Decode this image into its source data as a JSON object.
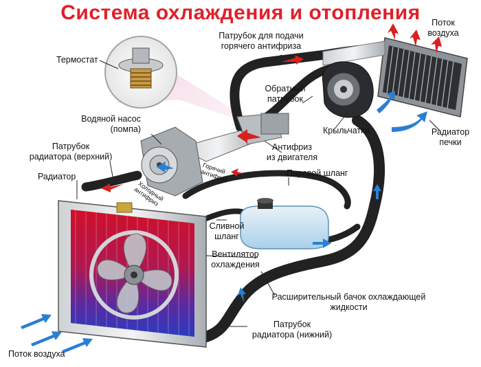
{
  "title": "Система охлаждения и отопления",
  "colors": {
    "title": "#e0202a",
    "hot_arrow": "#d9201f",
    "cold_arrow": "#2a7fd4",
    "hose": "#1f1f1f",
    "radiator_hot": "#c8102e",
    "radiator_cold": "#2a3fb8"
  },
  "labels": {
    "thermostat": "Термостат",
    "hot_hose": [
      "Патрубок для подачи",
      "горячего антифриза"
    ],
    "air_flow_top": [
      "Поток",
      "воздуха"
    ],
    "return_hose": [
      "Обратный",
      "патрубок"
    ],
    "impeller": "Крыльчатка",
    "heater_radiator": [
      "Радиатор",
      "печки"
    ],
    "water_pump": [
      "Водяной насос",
      "(помпа)"
    ],
    "upper_hose": [
      "Патрубок",
      "радиатора (верхний)"
    ],
    "antifreeze_from_engine": [
      "Антифриз",
      "из двигателя"
    ],
    "steam_hose": "Паровой шланг",
    "radiator": "Радиатор",
    "hot_antifreeze": [
      "Горячий",
      "антифриз"
    ],
    "cold_antifreeze": [
      "Холодный",
      "антифриз"
    ],
    "drain_hose": [
      "Сливной",
      "шланг"
    ],
    "fan": [
      "Вентилятор",
      "охлаждения"
    ],
    "expansion_tank": [
      "Расширительный бачок охлаждающей",
      "жидкости"
    ],
    "lower_hose": [
      "Патрубок",
      "радиатора (нижний)"
    ],
    "air_flow_bottom": "Поток воздуха"
  }
}
